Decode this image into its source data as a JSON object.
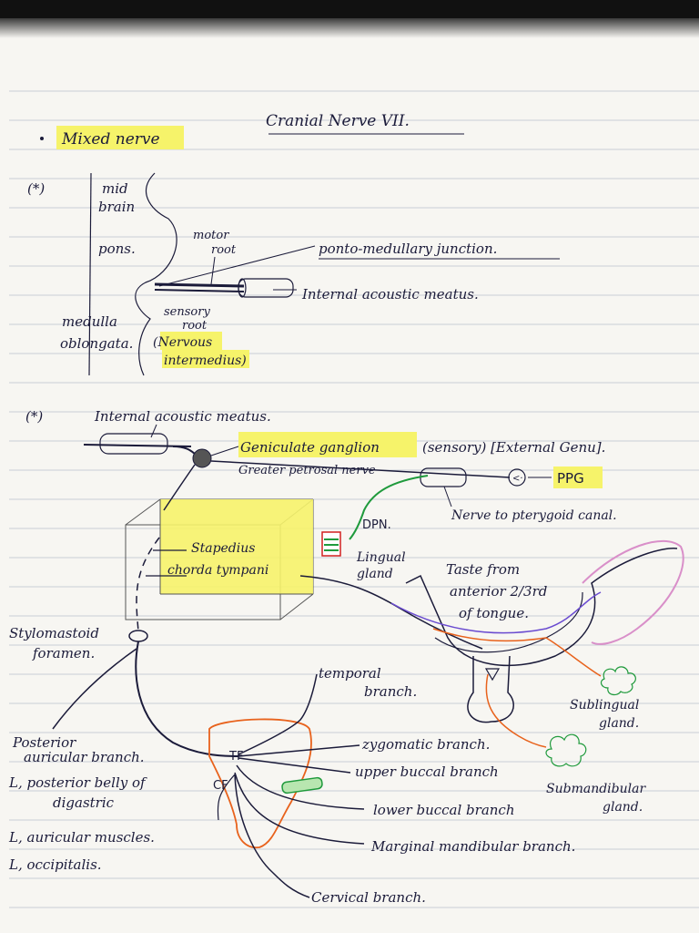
{
  "title": "Cranial Nerve VII.",
  "bullet_mixed": "Mixed nerve",
  "bullet_star": "(*)",
  "section1": {
    "mid_brain_1": "mid",
    "mid_brain_2": "brain",
    "pons": "pons.",
    "motor_root_1": "motor",
    "motor_root_2": "root",
    "ponto_medullary": "ponto-medullary junction.",
    "internal_acoustic": "Internal acoustic meatus.",
    "sensory_root_1": "sensory",
    "sensory_root_2": "root",
    "medulla_1": "medulla",
    "medulla_2": "oblongata.",
    "nervous_1": "(Nervous",
    "nervous_2": "intermedius)"
  },
  "section2": {
    "internal_acoustic": "Internal acoustic meatus.",
    "geniculate": "Geniculate ganglion",
    "sensory": "(sensory) [External Genu].",
    "greater_petrosal": "Greater petrosal nerve",
    "ppg": "PPG",
    "dpn": "DPN.",
    "pterygoid": "Nerve to pterygoid canal.",
    "stapedius": "Stapedius",
    "chorda": "chorda tympani",
    "lingual_1": "Lingual",
    "lingual_2": "gland",
    "taste_1": "Taste from",
    "taste_2": "anterior 2/3rd",
    "taste_3": "of tongue.",
    "stylo_1": "Stylomastoid",
    "stylo_2": "foramen.",
    "temporal_1": "temporal",
    "temporal_2": "branch.",
    "sublingual_1": "Sublingual",
    "sublingual_2": "gland.",
    "posterior_1": "Posterior",
    "posterior_2": "auricular branch.",
    "tf": "TF",
    "cf": "CF",
    "zygomatic": "zygomatic branch.",
    "upper_buccal": "upper buccal branch",
    "submandibular_1": "Submandibular",
    "submandibular_2": "gland.",
    "post_belly_1": "L, posterior belly of",
    "post_belly_2": "digastric",
    "lower_buccal": "lower buccal branch",
    "auricular_muscles": "L, auricular muscles.",
    "marginal": "Marginal mandibular branch.",
    "occipitalis": "L, occipitalis.",
    "cervical": "Cervical branch."
  },
  "colors": {
    "ink": "#1b1b3a",
    "highlight": "#f6f36a",
    "green": "#1f9a3c",
    "orange": "#e8621c",
    "purple": "#6a4bd0",
    "pink": "#d98fc9",
    "red": "#d22020"
  }
}
